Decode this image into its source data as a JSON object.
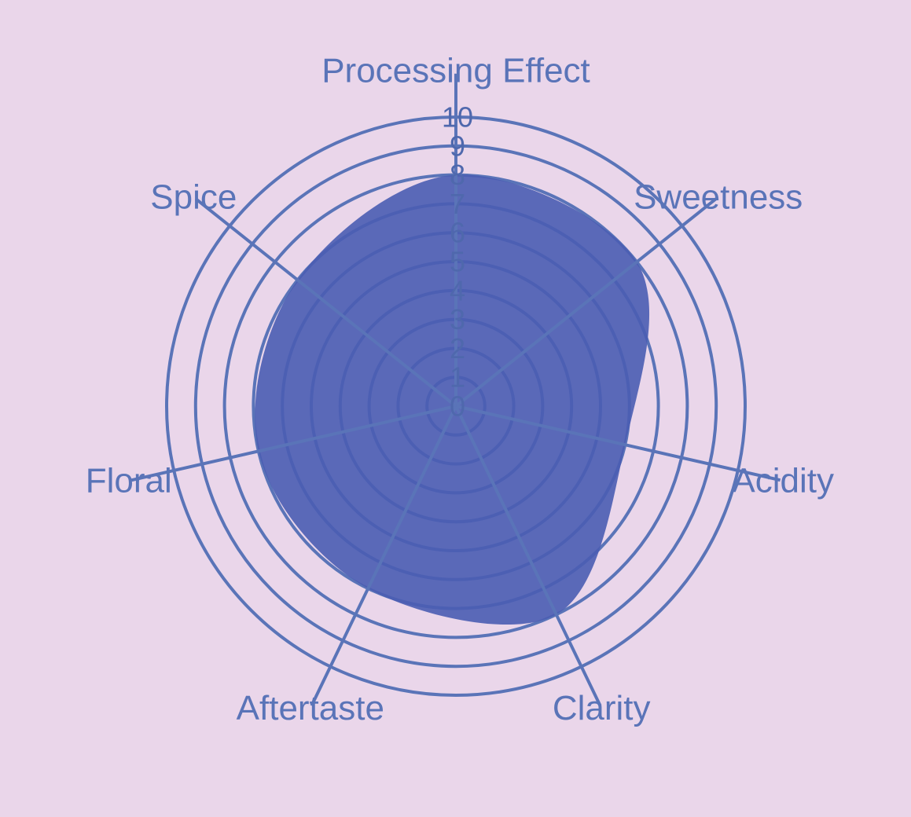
{
  "chart_data": {
    "type": "radar",
    "axes": [
      "Processing Effect",
      "Sweetness",
      "Acidity",
      "Clarity",
      "Aftertaste",
      "Floral",
      "Spice"
    ],
    "values": [
      8,
      8,
      6,
      8,
      7,
      7,
      7
    ],
    "radial_ticks": [
      "0",
      "1",
      "2",
      "3",
      "4",
      "5",
      "6",
      "7",
      "8",
      "9",
      "10"
    ],
    "rlim": [
      0,
      10
    ],
    "grid": true,
    "colors": {
      "background": "#ead6ea",
      "grid": "#5a74b8",
      "fill": "#4a5db3",
      "text": "#5a74b8"
    }
  }
}
